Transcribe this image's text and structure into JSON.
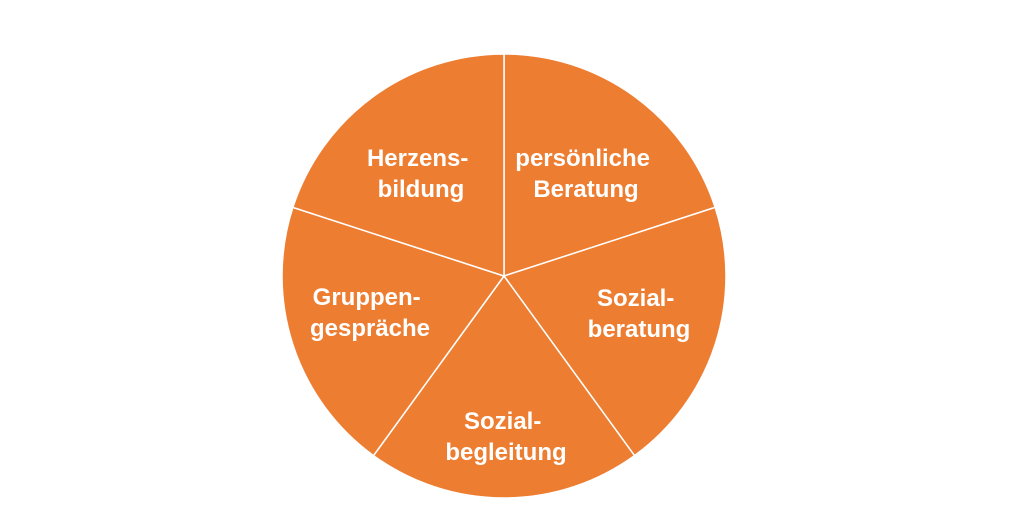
{
  "diagram": {
    "type": "pie-cycle",
    "fill_color": "#ED7D31",
    "divider_color": "#ffffff",
    "segments": [
      {
        "line1": "persönliche",
        "line2": "Beratung"
      },
      {
        "line1": "Sozial-",
        "line2": "beratung"
      },
      {
        "line1": "Sozial-",
        "line2": "begleitung"
      },
      {
        "line1": "Gruppen-",
        "line2": "gespräche"
      },
      {
        "line1": "Herzens-",
        "line2": "bildung"
      }
    ]
  }
}
